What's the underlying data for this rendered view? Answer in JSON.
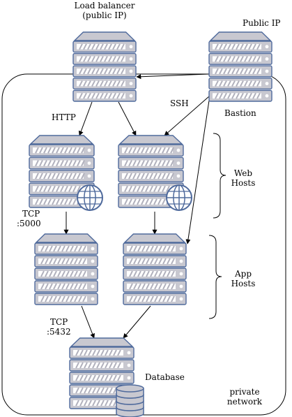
{
  "labels": {
    "load_balancer_line1": "Load balancer",
    "load_balancer_line2": "(public IP)",
    "public_ip": "Public IP",
    "bastion": "Bastion",
    "http": "HTTP",
    "ssh": "SSH",
    "web_hosts_line1": "Web",
    "web_hosts_line2": "Hosts",
    "tcp5000_line1": "TCP",
    "tcp5000_line2": ":5000",
    "app_hosts_line1": "App",
    "app_hosts_line2": "Hosts",
    "tcp5432_line1": "TCP",
    "tcp5432_line2": ":5432",
    "database": "Database",
    "private_line1": "private",
    "private_line2": "network"
  },
  "colors": {
    "server_body": "#c8c8d0",
    "server_border": "#4f6a9c",
    "server_stripe": "#ffffff",
    "globe_fill": "#ffffff",
    "globe_stroke": "#4f6a9c",
    "line": "#000000",
    "network_border": "#000000"
  }
}
